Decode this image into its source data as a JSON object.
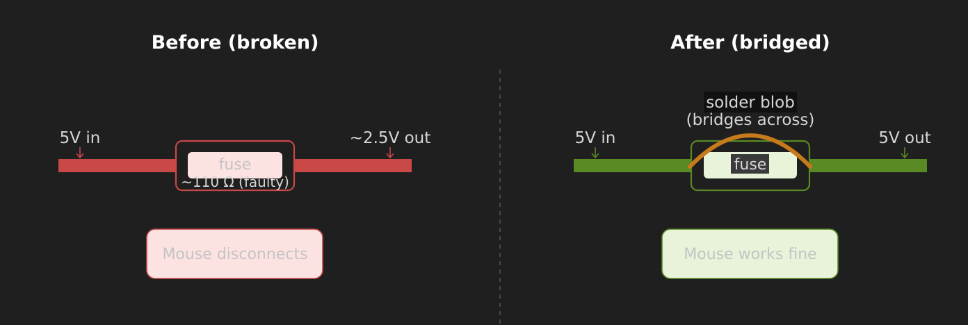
{
  "colors": {
    "background": "#1f1f1f",
    "broken_red": "#c94848",
    "broken_fill": "#fde2e2",
    "fixed_green": "#5a8a26",
    "fixed_fill": "#e8f3da",
    "solder": "#c67a1c",
    "label_gray": "#d6d6d6",
    "box_text_gray": "#c4c4c4",
    "divider": "#555555"
  },
  "before": {
    "title": "Before (broken)",
    "input_label": "5V in",
    "output_label": "~2.5V out",
    "fuse_label": "fuse",
    "fault_label": "~110 Ω (faulty)",
    "result": "Mouse disconnects"
  },
  "after": {
    "title": "After (bridged)",
    "input_label": "5V in",
    "output_label": "5V out",
    "fuse_label": "fuse",
    "solder_label_line1": "solder blob",
    "solder_label_line2": "(bridges across)",
    "result": "Mouse works fine"
  }
}
